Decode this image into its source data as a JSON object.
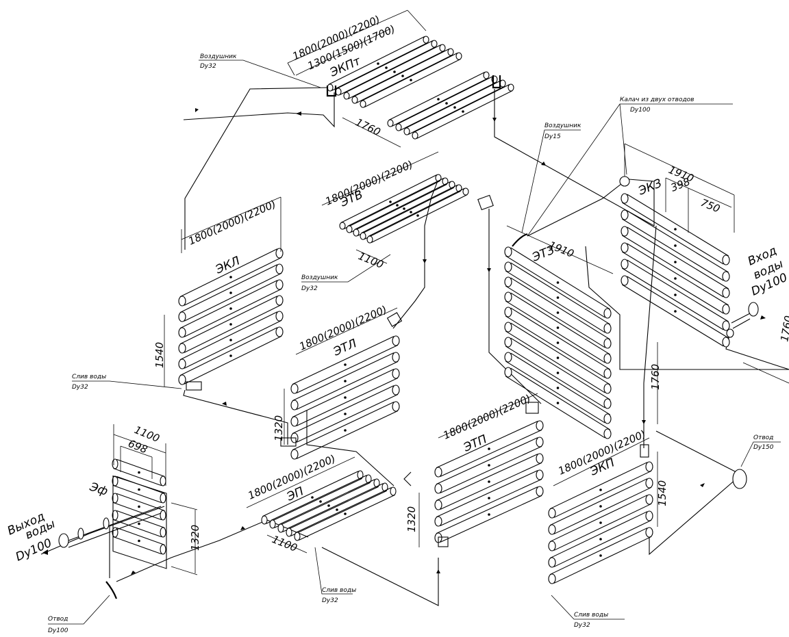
{
  "units": [
    {
      "id": "ekpt",
      "name": "ЭКПт",
      "dim_a": "1800(2000)(2200)",
      "dim_b": "1300(1500)(1700)",
      "dim_depth": "1760"
    },
    {
      "id": "etv",
      "name": "ЭТВ",
      "dim_a": "1800(2000)(2200)",
      "dim_depth": "1100"
    },
    {
      "id": "ekl",
      "name": "ЭКЛ",
      "dim_a": "1800(2000)(2200)",
      "dim_height": "1540"
    },
    {
      "id": "etl",
      "name": "ЭТЛ",
      "dim_a": "1800(2000)(2200)",
      "dim_height": "1320"
    },
    {
      "id": "etz",
      "name": "ЭТЗ",
      "dim_a": "1910",
      "dim_height": "1760"
    },
    {
      "id": "ekz",
      "name": "ЭКЗ",
      "dim_a": "1910",
      "dim_b": "398",
      "dim_c": "750",
      "dim_height": "1760"
    },
    {
      "id": "etp",
      "name": "ЭТП",
      "dim_a": "1800(2000)(2200)",
      "dim_height": "1320"
    },
    {
      "id": "ekp",
      "name": "ЭКП",
      "dim_a": "1800(2000)(2200)",
      "dim_height": "1540"
    },
    {
      "id": "ep",
      "name": "ЭП",
      "dim_a": "1800(2000)(2200)",
      "dim_depth": "1100"
    },
    {
      "id": "ef",
      "name": "Эф",
      "dim_a": "1100",
      "dim_b": "698",
      "dim_height": "1320"
    }
  ],
  "callouts": [
    {
      "id": "vozd-top",
      "title": "Воздушник",
      "sub": "Dу32"
    },
    {
      "id": "kalach",
      "title": "Калач из двух отводов",
      "sub": "Dу100"
    },
    {
      "id": "vozd-15",
      "title": "Воздушник",
      "sub": "Dу15"
    },
    {
      "id": "vozd-mid",
      "title": "Воздушник",
      "sub": "Dу32"
    },
    {
      "id": "sliv-left",
      "title": "Слив воды",
      "sub": "Dу32"
    },
    {
      "id": "otvod-right",
      "title": "Отвод",
      "sub": "Dу150"
    },
    {
      "id": "sliv-bottom",
      "title": "Слив воды",
      "sub": "Dу32"
    },
    {
      "id": "sliv-right",
      "title": "Слив воды",
      "sub": "Dу32"
    },
    {
      "id": "otvod-left",
      "title": "Отвод",
      "sub": "Dу100"
    }
  ],
  "water_in": {
    "line1": "Вход",
    "line2": "воды",
    "line3": "Dу100"
  },
  "water_out": {
    "line1": "Выход",
    "line2": "воды",
    "line3": "Dу100"
  }
}
